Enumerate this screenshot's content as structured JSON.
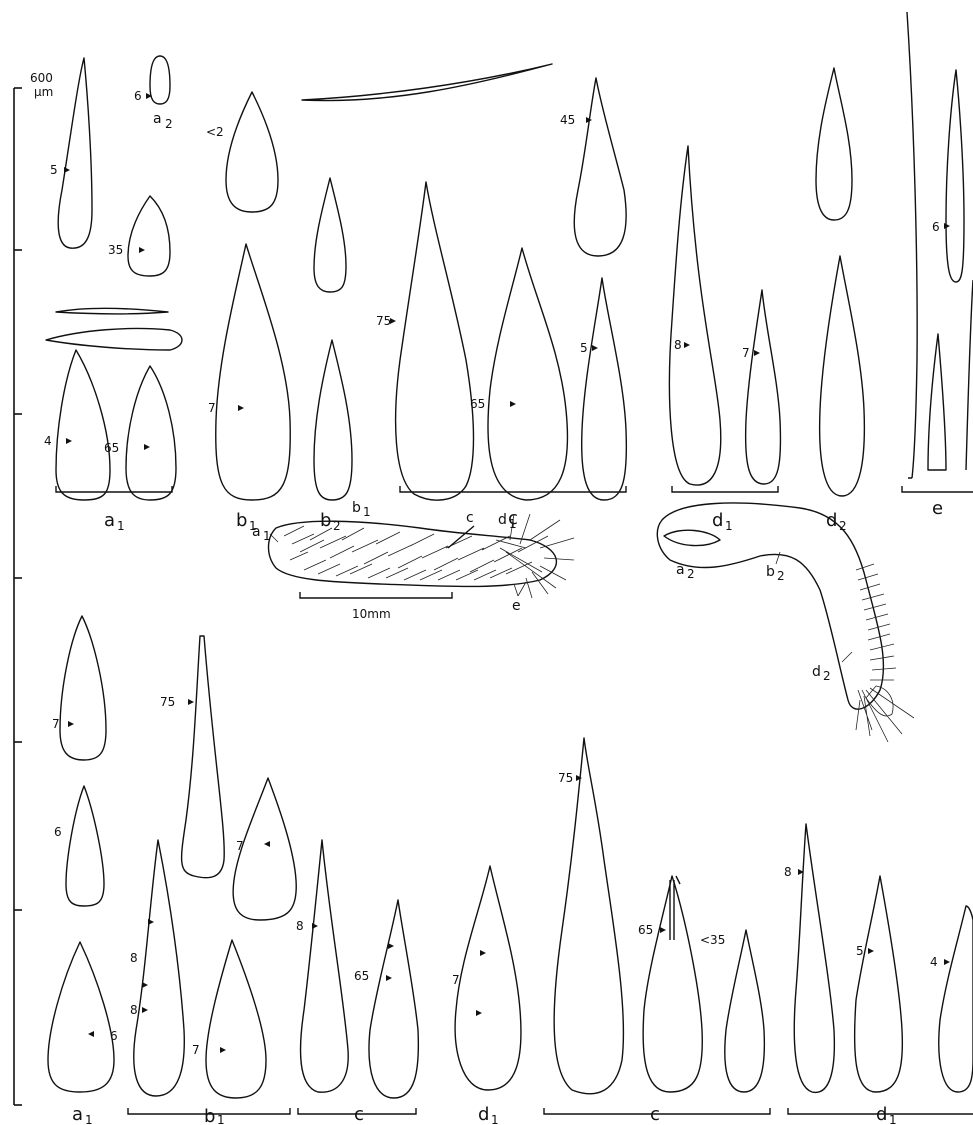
{
  "scale": {
    "value": "600",
    "unit": "μm"
  },
  "leg_scale": {
    "text": "10mm"
  },
  "colors": {
    "ink": "#111111",
    "paper": "#ffffff"
  },
  "top_row": {
    "a2_label": "a",
    "a2_sub": "2",
    "a1_values": [
      "5",
      "6",
      "35",
      "4",
      "65"
    ],
    "b1_values": [
      "<2",
      "7"
    ],
    "c_values": [
      "75",
      "65",
      "5",
      "45"
    ],
    "d1_values": [
      "8",
      "7"
    ],
    "e_values": [
      "6"
    ],
    "group_labels": [
      {
        "main": "a",
        "sub": "1"
      },
      {
        "main": "b",
        "sub": "1"
      },
      {
        "main": "b",
        "sub": "2"
      },
      {
        "main": "c",
        "sub": ""
      },
      {
        "main": "d",
        "sub": "1"
      },
      {
        "main": "d",
        "sub": "2"
      },
      {
        "main": "e",
        "sub": ""
      }
    ]
  },
  "leg_labels": {
    "a1": {
      "main": "a",
      "sub": "1"
    },
    "b1": {
      "main": "b",
      "sub": "1"
    },
    "c": {
      "main": "c",
      "sub": ""
    },
    "d1": {
      "main": "d",
      "sub": "1"
    },
    "e": {
      "main": "e",
      "sub": ""
    }
  },
  "side_labels": {
    "a2": {
      "main": "a",
      "sub": "2"
    },
    "b2": {
      "main": "b",
      "sub": "2"
    },
    "d2": {
      "main": "d",
      "sub": "2"
    }
  },
  "bottom_row": {
    "a1_values": [
      "7",
      "6",
      "6"
    ],
    "b1_values": [
      "75",
      "7",
      "8",
      "8",
      "7"
    ],
    "c_values": [
      "8",
      "65"
    ],
    "d1_values": [
      "7"
    ],
    "c2_values": [
      "75",
      "65",
      "<35"
    ],
    "d1b_values": [
      "8",
      "5",
      "4"
    ],
    "group_labels": [
      {
        "main": "a",
        "sub": "1"
      },
      {
        "main": "b",
        "sub": "1"
      },
      {
        "main": "c",
        "sub": ""
      },
      {
        "main": "d",
        "sub": "1"
      },
      {
        "main": "c",
        "sub": ""
      },
      {
        "main": "d",
        "sub": "1"
      }
    ]
  }
}
